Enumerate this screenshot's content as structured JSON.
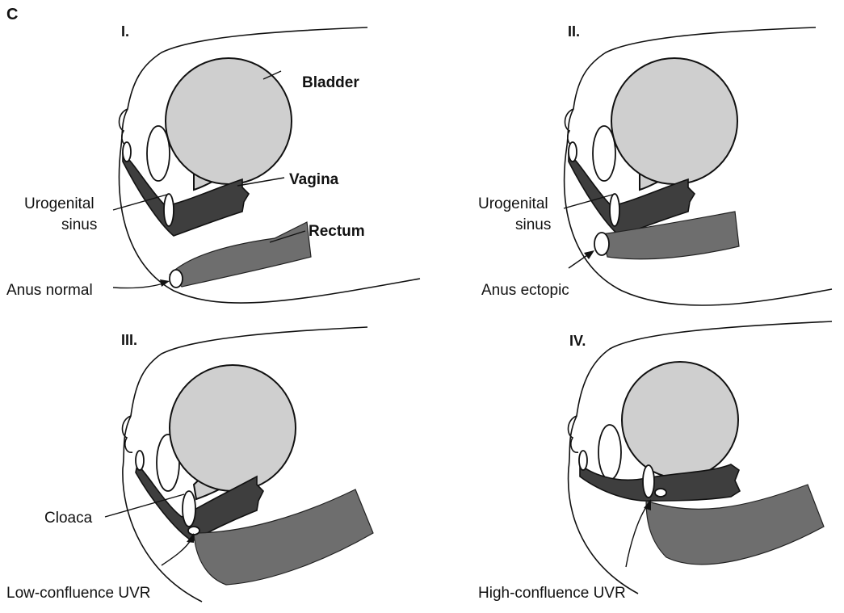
{
  "figure": {
    "panel_letter": "C",
    "panels": [
      {
        "numeral": "I.",
        "labels": {
          "bladder": "Bladder",
          "vagina": "Vagina",
          "rectum": "Rectum"
        },
        "callout_line1": "Urogenital",
        "callout_line2": "sinus",
        "caption": "Anus normal"
      },
      {
        "numeral": "II.",
        "callout_line1": "Urogenital",
        "callout_line2": "sinus",
        "caption": "Anus ectopic"
      },
      {
        "numeral": "III.",
        "callout_line1": "Cloaca",
        "caption": "Low-confluence UVR"
      },
      {
        "numeral": "IV.",
        "caption": "High-confluence UVR"
      }
    ]
  },
  "colors": {
    "bladder": "#cfcfcf",
    "vagina": "#3e3e3e",
    "rectum": "#6e6e6e",
    "outline": "#111111"
  }
}
